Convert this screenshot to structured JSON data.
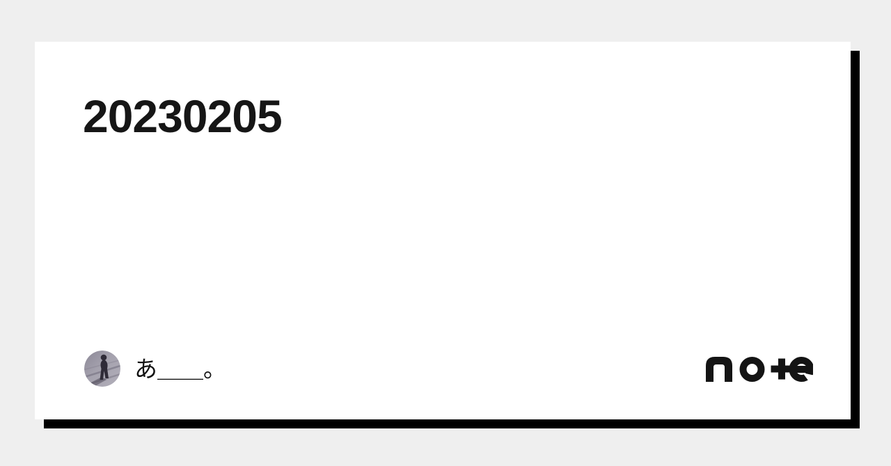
{
  "colors": {
    "page_bg": "#efefef",
    "card_bg": "#ffffff",
    "card_shadow": "#000000",
    "title_text": "#161616",
    "author_text": "#121212",
    "logo_color": "#141414",
    "avatar_tone_light": "#b2afba",
    "avatar_tone_dark": "#8b8796",
    "avatar_figure": "#2f2b38"
  },
  "card": {
    "title": "20230205"
  },
  "footer": {
    "author_name": "あ＿＿。",
    "avatar_icon": "person-on-stairs-photo",
    "brand_name": "note"
  }
}
